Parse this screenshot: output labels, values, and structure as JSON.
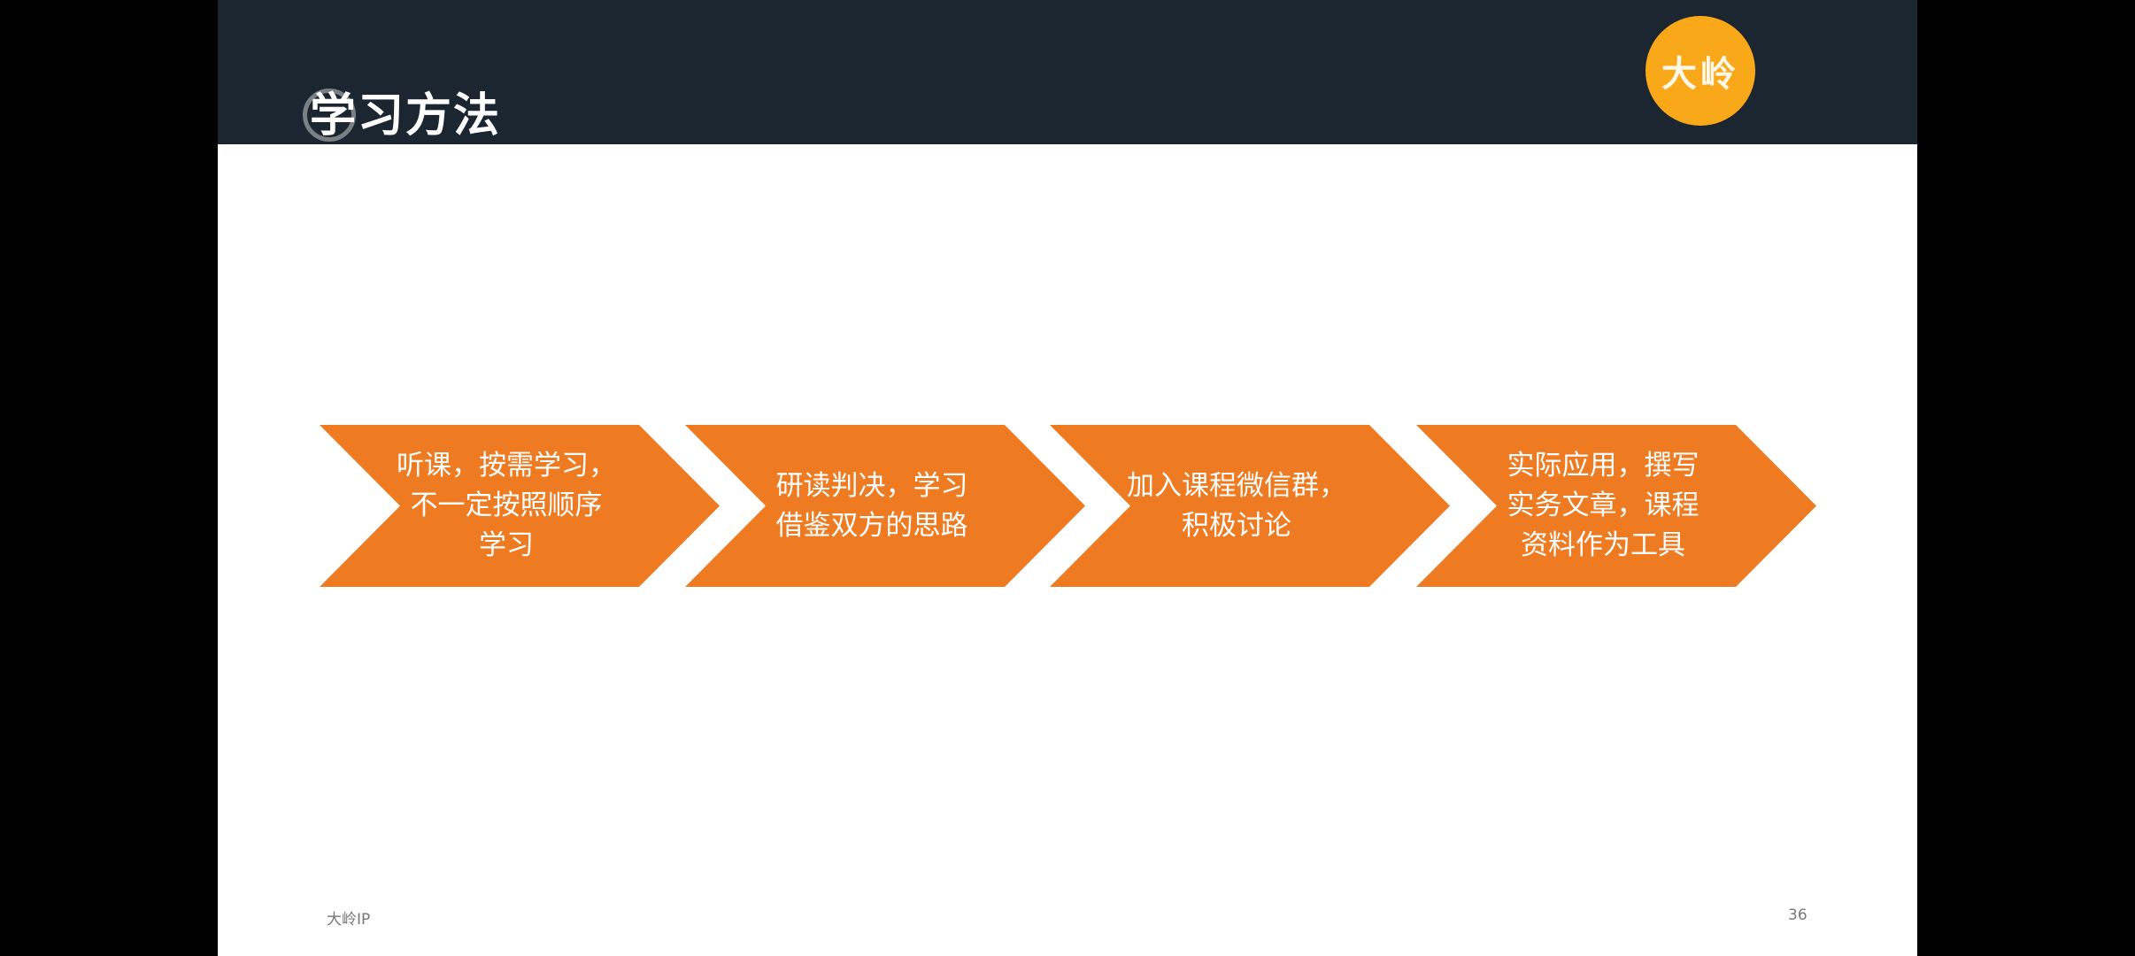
{
  "slide": {
    "title": "学习方法",
    "logo_text": "大岭",
    "steps": [
      {
        "lines": [
          "听课，按需学习，",
          "不一定按照顺序",
          "学习"
        ]
      },
      {
        "lines": [
          "研读判决，学习",
          "借鉴双方的思路"
        ]
      },
      {
        "lines": [
          "加入课程微信群，",
          "积极讨论"
        ]
      },
      {
        "lines": [
          "实际应用，撰写",
          "实务文章，课程",
          "资料作为工具"
        ]
      }
    ],
    "footer_left": "大岭IP",
    "page_number": "36"
  },
  "colors": {
    "header": "#1c2631",
    "chevron": "#ee7b22",
    "logo": "#f9a81a"
  }
}
